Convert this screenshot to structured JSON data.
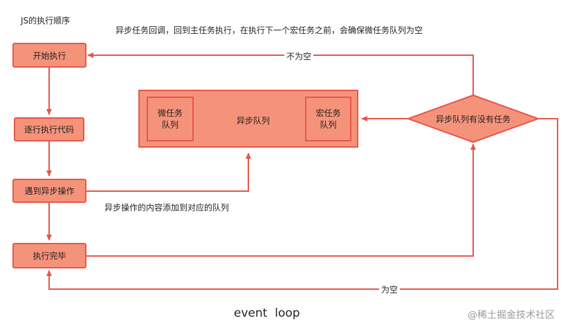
{
  "heading": "JS的执行顺序",
  "note": "异步任务回调，回到主任务执行，在执行下一个宏任务之前，会确保微任务队列为空",
  "steps": {
    "start": "开始执行",
    "line_by_line": "逐行执行代码",
    "async_met": "遇到异步操作",
    "finished": "执行完毕"
  },
  "queue": {
    "label": "异步队列",
    "micro": "微任务\n队列",
    "macro": "宏任务\n队列"
  },
  "decision": "异步队列有没有任务",
  "edge_labels": {
    "not_empty": "不为空",
    "empty": "为空",
    "add_to_queue": "异步操作的内容添加到对应的队列"
  },
  "caption": "event  loop",
  "watermark": "@稀土掘金技术社区",
  "colors": {
    "fill": "#f5937a",
    "stroke": "#e6564c"
  }
}
